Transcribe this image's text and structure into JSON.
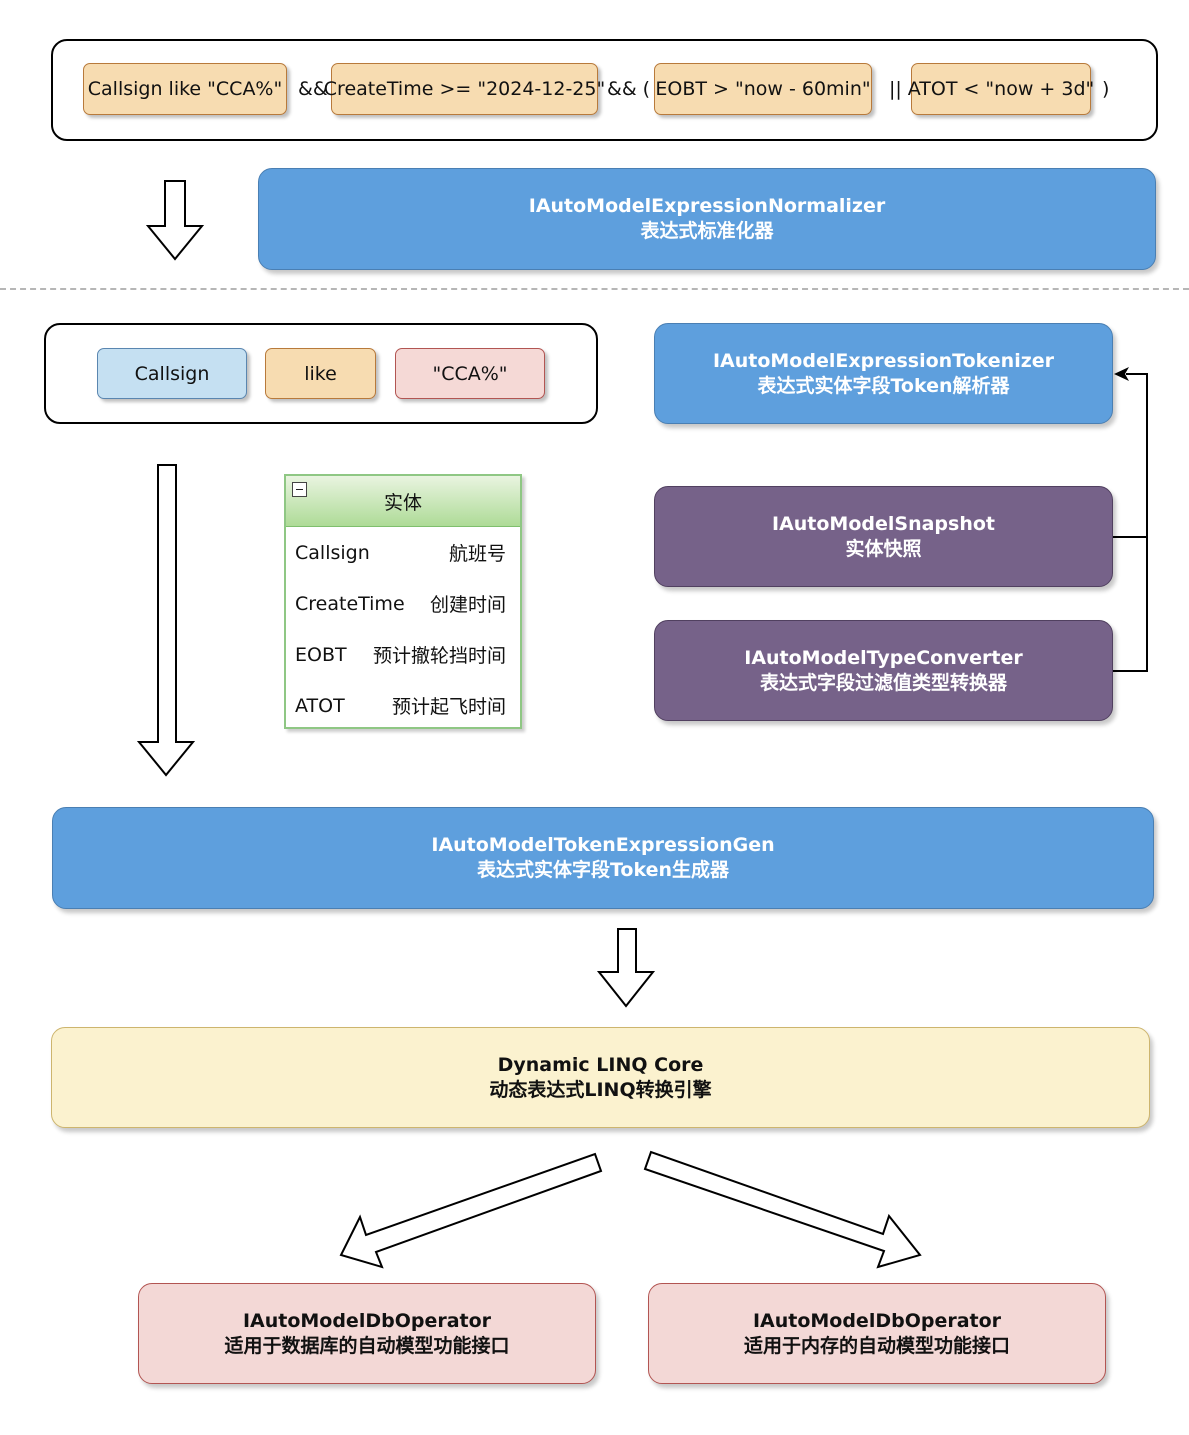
{
  "expression": {
    "chip1": "Callsign like \"CCA%\"",
    "op1": "&&",
    "chip2": "CreateTime >= \"2024-12-25\"",
    "op2": "&& (",
    "chip3": "EOBT > \"now - 60min\"",
    "op3": "||",
    "chip4": "ATOT < \"now + 3d\"",
    "op4": ")"
  },
  "normalizer": {
    "line1": "IAutoModelExpressionNormalizer",
    "line2": "表达式标准化器"
  },
  "tokens": {
    "field": "Callsign",
    "operator": "like",
    "value": "\"CCA%\""
  },
  "tokenizer": {
    "line1": "IAutoModelExpressionTokenizer",
    "line2": "表达式实体字段Token解析器"
  },
  "snapshot": {
    "line1": "IAutoModelSnapshot",
    "line2": "实体快照"
  },
  "converter": {
    "line1": "IAutoModelTypeConverter",
    "line2": "表达式字段过滤值类型转换器"
  },
  "entity": {
    "title": "实体",
    "rows": [
      {
        "name": "Callsign",
        "desc": "航班号"
      },
      {
        "name": "CreateTime",
        "desc": "创建时间"
      },
      {
        "name": "EOBT",
        "desc": "预计撤轮挡时间"
      },
      {
        "name": "ATOT",
        "desc": "预计起飞时间"
      }
    ]
  },
  "generator": {
    "line1": "IAutoModelTokenExpressionGen",
    "line2": "表达式实体字段Token生成器"
  },
  "linq": {
    "line1": "Dynamic LINQ Core",
    "line2": "动态表达式LINQ转换引擎"
  },
  "db_operator": {
    "line1": "IAutoModelDbOperator",
    "line2": "适用于数据库的自动模型功能接口"
  },
  "mem_operator": {
    "line1": "IAutoModelDbOperator",
    "line2": "适用于内存的自动模型功能接口"
  }
}
